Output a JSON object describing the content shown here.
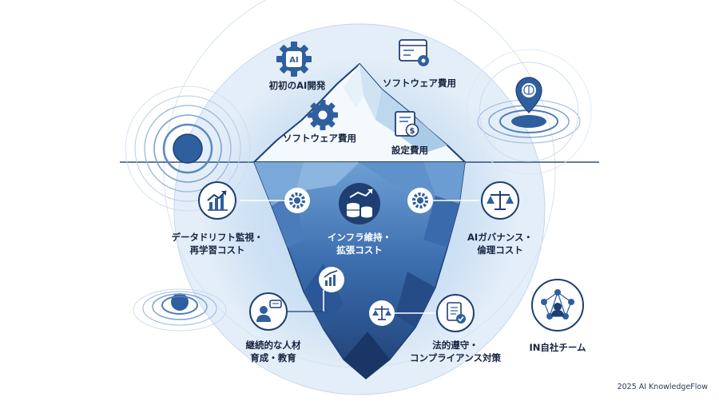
{
  "above_water": {
    "initial_ai_dev": "初初のAI開発",
    "software_cost_top": "ソフトウェア費用",
    "software_cost_mid": "ソフトウェア費用",
    "setup_cost": "設定費用"
  },
  "below_water": {
    "data_drift": [
      "データドリフト監視・",
      "再学習コスト"
    ],
    "infra": [
      "インフラ維持・",
      "拡張コスト"
    ],
    "ai_governance": [
      "AIガバナンス・",
      "倫理コスト"
    ],
    "talent": [
      "継続的な人材",
      "育成・教育"
    ],
    "compliance": [
      "法的遵守・",
      "コンプライアンス対策"
    ],
    "in_house_team": "IN自社チーム"
  },
  "icons": {
    "ai_chip_label": "AI"
  },
  "credit": "2025 AI KnowledgeFlow",
  "colors": {
    "navy": "#1f3f73",
    "blue": "#2f5f9e",
    "ice_light": "#dcebf8",
    "water": "#bfd9f0",
    "label": "#16233f"
  }
}
